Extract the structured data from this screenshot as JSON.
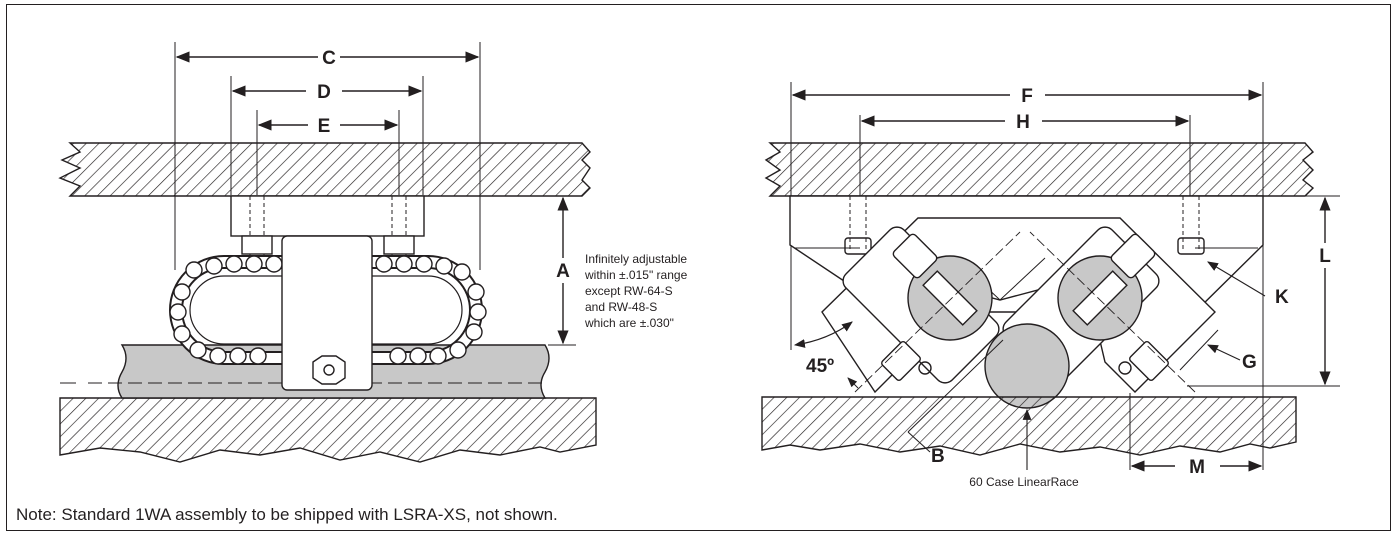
{
  "left_diagram": {
    "dim_labels": {
      "c": "C",
      "d": "D",
      "e": "E",
      "a": "A"
    },
    "adjust_note": [
      "Infinitely adjustable",
      "within ±.015\" range",
      "except RW-64-S",
      "and RW-48-S",
      "which are ±.030\""
    ]
  },
  "right_diagram": {
    "dim_labels": {
      "f": "F",
      "h": "H",
      "l": "L",
      "k": "K",
      "g": "G",
      "b": "B",
      "m": "M"
    },
    "angle_label": "45º",
    "race_label": "60 Case LinearRace"
  },
  "note": "Note:  Standard 1WA assembly to be shipped with LSRA-XS, not shown."
}
